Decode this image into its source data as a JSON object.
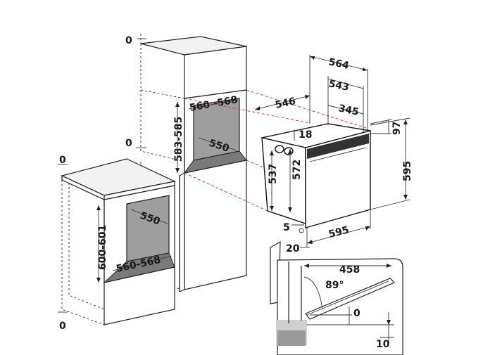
{
  "diagram": {
    "tall_cabinet": {
      "niche_width": "560 -568",
      "niche_depth": "550",
      "niche_height": "583-585",
      "zero_top": "0",
      "zero_mid": "0"
    },
    "under_counter": {
      "niche_depth": "550",
      "niche_width": "560-568",
      "niche_height": "600-601",
      "zero_top": "0",
      "zero_bottom": "0"
    },
    "oven": {
      "depth_total": "564",
      "depth_body": "543",
      "depth_side": "546",
      "depth_top_panel": "345",
      "front_offset": "18",
      "panel_height": "97",
      "height_total": "595",
      "height_body": "537",
      "height_inner": "572",
      "width": "595",
      "bottom_gap": "5",
      "front_gap": "20"
    },
    "door_detail": {
      "door_length": "458",
      "door_angle": "89°",
      "gap_zero": "0",
      "gap_ten": "10"
    }
  }
}
